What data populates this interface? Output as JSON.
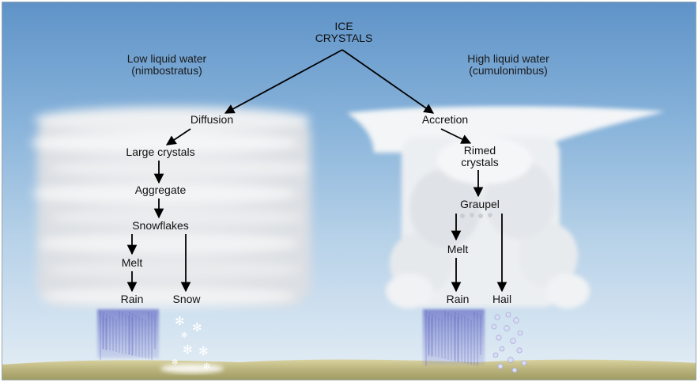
{
  "top": {
    "title_line1": "ICE",
    "title_line2": "CRYSTALS"
  },
  "left_column": {
    "heading_line1": "Low liquid water",
    "heading_line2": "(nimbostratus)",
    "process": "Diffusion",
    "step1": "Large crystals",
    "step2": "Aggregate",
    "step3": "Snowflakes",
    "melt": "Melt",
    "rain": "Rain",
    "snow": "Snow"
  },
  "right_column": {
    "heading_line1": "High liquid water",
    "heading_line2": "(cumulonimbus)",
    "process": "Accretion",
    "step1_line1": "Rimed",
    "step1_line2": "crystals",
    "step2": "Graupel",
    "melt": "Melt",
    "rain": "Rain",
    "hail": "Hail"
  },
  "colors": {
    "sky_top": "#5f93c8",
    "cloud": "#f2f4f6",
    "rain_streaks": "#6d73c9",
    "ground": "#b9b27a",
    "arrows": "#000000"
  }
}
